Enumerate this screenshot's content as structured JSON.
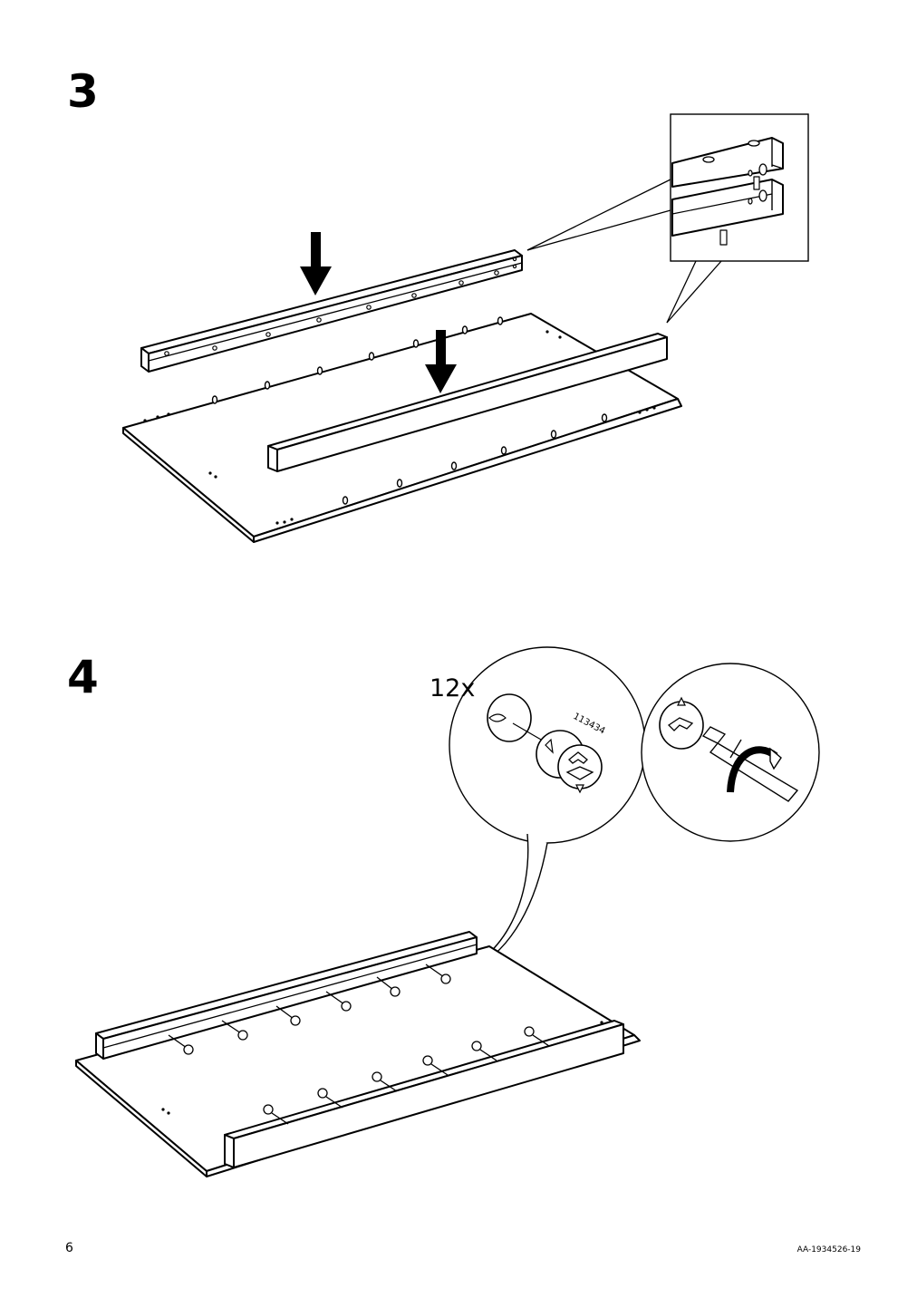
{
  "steps": [
    {
      "number": "3"
    },
    {
      "number": "4",
      "quantity": "12x",
      "part_number": "113434"
    }
  ],
  "footer": {
    "page_number": "6",
    "document_code": "AA-1934526-19"
  },
  "icons": [
    "down-arrow-icon",
    "rotate-clockwise-icon",
    "screwdriver-icon",
    "cam-lock-icon"
  ]
}
